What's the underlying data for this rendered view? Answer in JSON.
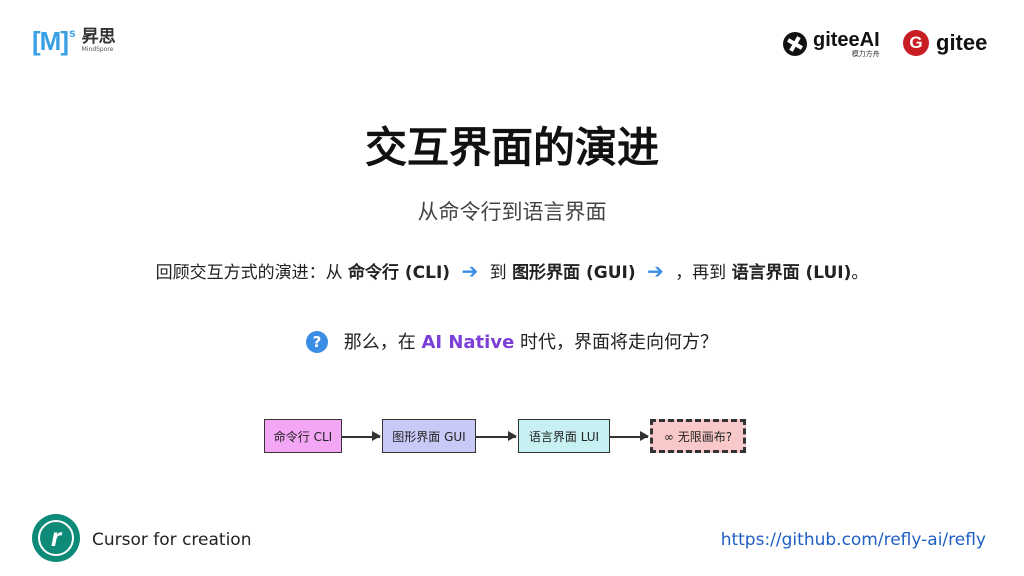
{
  "logos": {
    "mindspore": {
      "bracket": "[M]",
      "sup": "s",
      "cn": "昇思",
      "en": "MindSpore"
    },
    "gitee_ai": {
      "name": "giteeAI",
      "sub": "模力方舟"
    },
    "gitee": {
      "mark": "G",
      "name": "gitee"
    }
  },
  "slide": {
    "title": "交互界面的演进",
    "subtitle": "从命令行到语言界面",
    "evolution": {
      "prefix": "回顾交互方式的演进：从",
      "cli": "命令行 (CLI)",
      "to": "到",
      "gui": "图形界面 (GUI)",
      "again": "，再到",
      "lui": "语言界面 (LUI)",
      "end": "。",
      "arrow_icon": "arrow-right-icon"
    },
    "question": {
      "icon": "question-icon",
      "prefix": "那么，在",
      "highlight": "AI Native",
      "suffix": "时代，界面将走向何方？"
    },
    "flow": {
      "nodes": [
        {
          "label": "命令行 CLI",
          "color": "#f3a6f3"
        },
        {
          "label": "图形界面 GUI",
          "color": "#c9c9f7"
        },
        {
          "label": "语言界面 LUI",
          "color": "#c7f0f3"
        },
        {
          "label": "∞ 无限画布?",
          "color": "#f9c9c9"
        }
      ]
    }
  },
  "footer": {
    "tagline": "Cursor for creation",
    "repo_url": "https://github.com/refly-ai/refly",
    "logo_letter": "r"
  },
  "colors": {
    "accent_blue": "#3a8ee6",
    "ai_native_purple": "#7b3fd6",
    "link": "#1f5fc4",
    "refly_green": "#0e8a78"
  }
}
